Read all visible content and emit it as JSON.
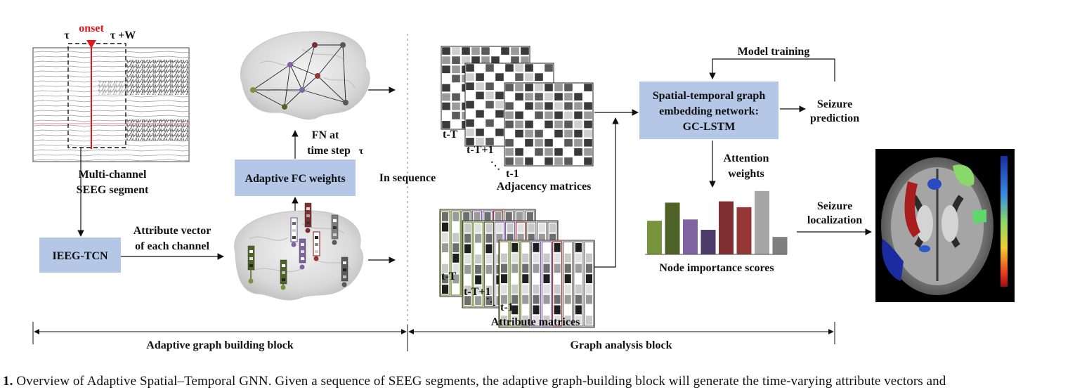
{
  "labels": {
    "tau": "τ",
    "onset": "onset",
    "tau_w": "τ +W",
    "multi_channel_1": "Multi-channel",
    "multi_channel_2": "SEEG segment",
    "ieeg_tcn": "IEEG-TCN",
    "attr_vec_1": "Attribute vector",
    "attr_vec_2": "of each channel",
    "adaptive_fc": "Adaptive FC weights",
    "fn_at_1": "FN at",
    "fn_at_2": "time step",
    "fn_tau": "τ",
    "in_sequence": "In sequence",
    "adj_t_T": "t-T",
    "adj_t_T1": "t-T+1",
    "adj_dots": "⋱",
    "adj_t_1": "t-1",
    "adj_matrices": "Adjacency matrices",
    "att_t_T": "t-T",
    "att_t_T1": "t-T+1",
    "att_dots": "⋱",
    "att_t_1": "t-1",
    "attribute_matrices": "Attribute matrices",
    "model_training": "Model training",
    "gcn_1": "Spatial-temporal graph",
    "gcn_2": "embedding network:",
    "gcn_3": "GC-LSTM",
    "seizure_pred_1": "Seizure",
    "seizure_pred_2": "prediction",
    "attention_1": "Attention",
    "attention_2": "weights",
    "node_importance": "Node importance scores",
    "seizure_loc_1": "Seizure",
    "seizure_loc_2": "localization",
    "block_left": "Adaptive graph building block",
    "block_right": "Graph analysis block"
  },
  "caption": {
    "number": "1.",
    "text": "Overview of Adaptive Spatial–Temporal GNN. Given a sequence of SEEG segments, the adaptive graph-building block will generate the time-varying attribute vectors and"
  },
  "colors": {
    "box_fill": "#b4c7e7",
    "onset_red": "#e8141c",
    "bar_colors": [
      "#77933c",
      "#4f6228",
      "#8064a2",
      "#4b3b68",
      "#7f2f2f",
      "#953735",
      "#a6a6a6",
      "#7f7f7f"
    ]
  },
  "node_importance_scores": [
    0.52,
    0.8,
    0.54,
    0.38,
    0.82,
    0.73,
    0.98,
    0.27
  ]
}
